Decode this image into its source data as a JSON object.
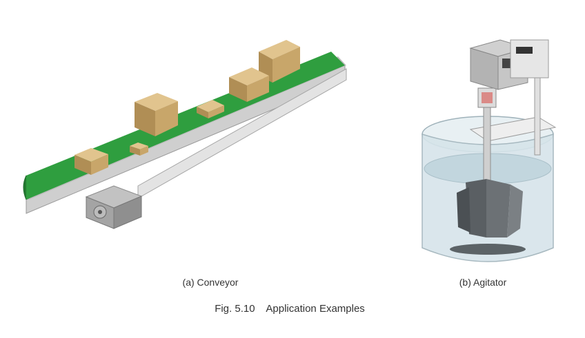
{
  "figure": {
    "panel_a": {
      "caption": "(a) Conveyor"
    },
    "panel_b": {
      "caption": "(b) Agitator"
    },
    "caption": "Fig. 5.10    Application Examples"
  },
  "colors": {
    "belt": "#2f9e3f",
    "frame": "#d9d9d9",
    "box": "#c8a66a",
    "motor": "#9a9a9a",
    "water": "#c9dbe3",
    "blade": "#5a5f63"
  }
}
